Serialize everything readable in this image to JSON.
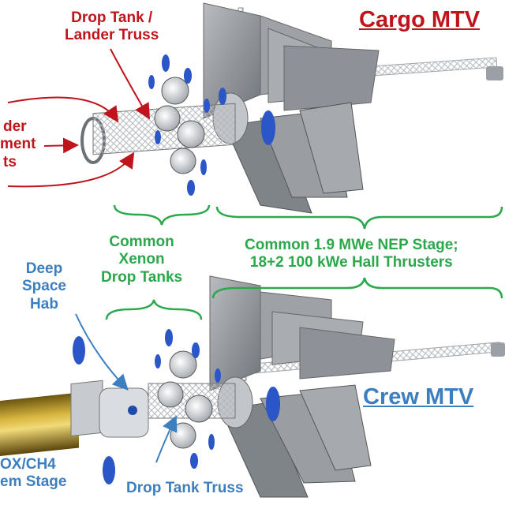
{
  "titles": {
    "cargo": "Cargo MTV",
    "crew": "Crew MTV"
  },
  "labels": {
    "drop_tank_lander_truss": [
      "Drop Tank /",
      "Lander Truss"
    ],
    "lander_element_struts_partial": [
      "der",
      "ment",
      "ts"
    ],
    "common_xenon_drop_tanks": [
      "Common",
      "Xenon",
      "Drop Tanks"
    ],
    "common_nep_stage": [
      "Common 1.9 MWe NEP Stage;",
      "18+2 100 kWe Hall Thrusters"
    ],
    "deep_space_hab": [
      "Deep",
      "Space",
      "Hab"
    ],
    "lox_ch4_stage_partial": [
      "OX/CH4",
      "em Stage"
    ],
    "drop_tank_truss": "Drop Tank Truss"
  },
  "colors": {
    "red": "#c0141c",
    "green": "#2aa84a",
    "blue": "#3b7fc0",
    "panel": "#8d9196",
    "thruster": "#2b56c8"
  }
}
